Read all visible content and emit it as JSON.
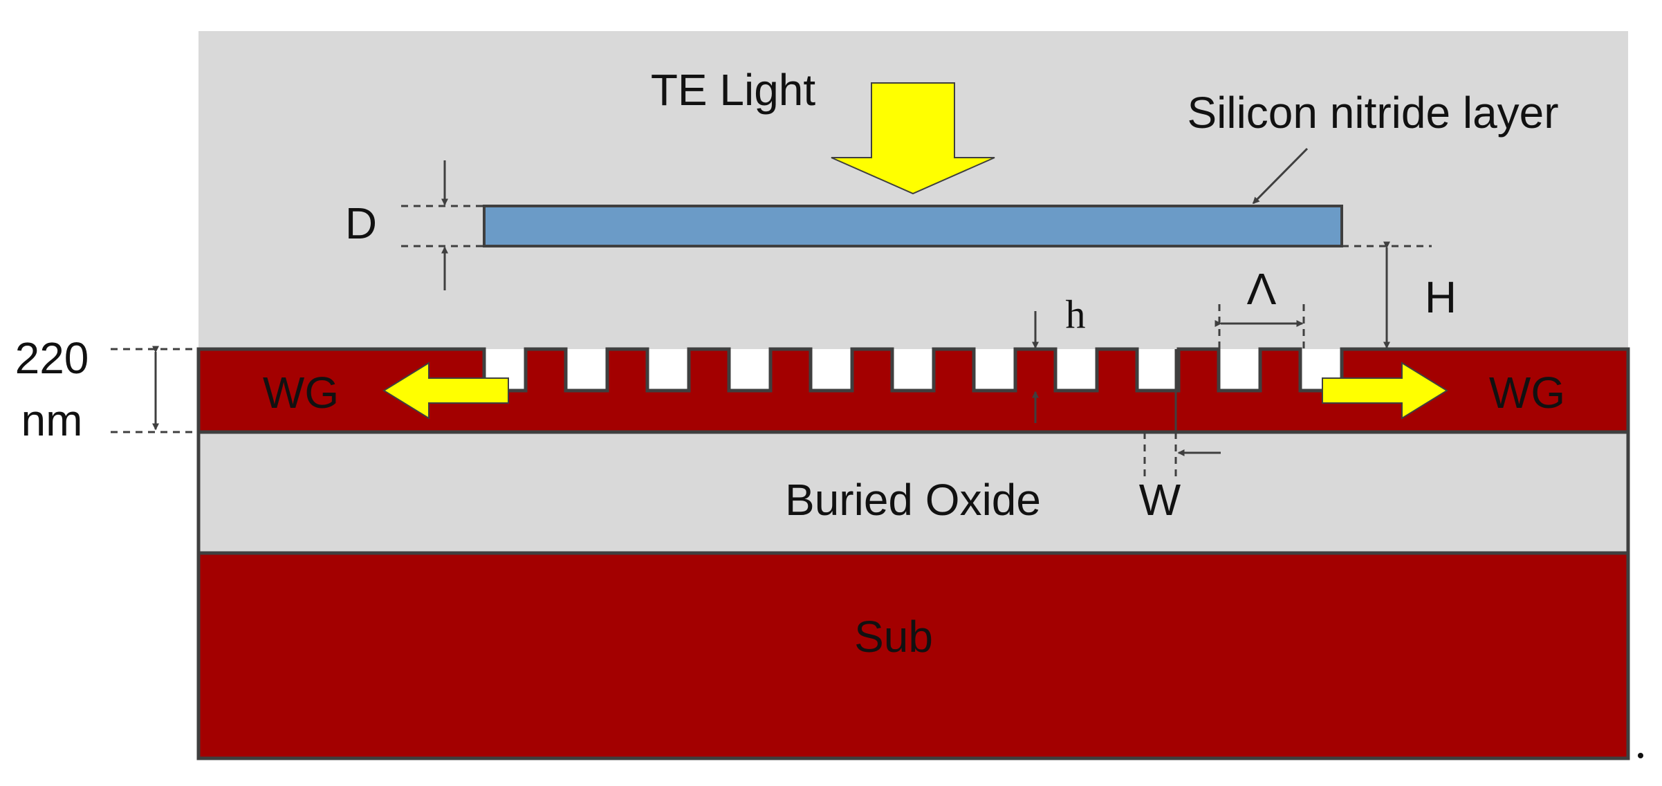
{
  "labels": {
    "te_light": "TE Light",
    "silicon_nitride_layer": "Silicon nitride layer",
    "d": "D",
    "h_upper": "H",
    "h_lower": "h",
    "lambda": "Λ",
    "thickness_value": "220",
    "thickness_unit": "nm",
    "wg_left": "WG",
    "wg_right": "WG",
    "buried_oxide": "Buried Oxide",
    "w": "W",
    "sub": "Sub"
  },
  "colors": {
    "cladding": "#d9d9d9",
    "silicon": "#a30000",
    "nitride": "#6b9bc7",
    "arrow_fill": "#ffff00",
    "outline": "#3f3f3f"
  }
}
